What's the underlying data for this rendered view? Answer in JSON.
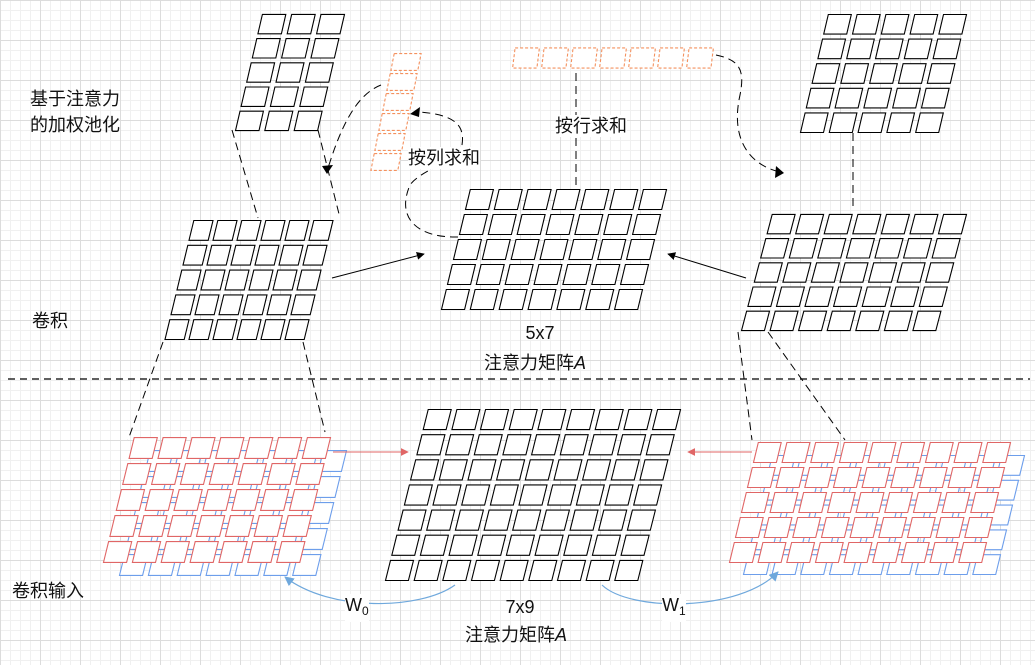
{
  "labels": {
    "attention_pooling_line1": "基于注意力",
    "attention_pooling_line2": "的加权池化",
    "conv": "卷积",
    "conv_input": "卷积输入",
    "col_sum": "按列求和",
    "row_sum": "按行求和",
    "size_top": "5x7",
    "matrix_top": "注意力矩阵",
    "matrix_top_var": "A",
    "size_bottom": "7x9",
    "matrix_bottom": "注意力矩阵",
    "matrix_bottom_var": "A",
    "w0_main": "W",
    "w0_sub": "0",
    "w1_main": "W",
    "w1_sub": "1"
  },
  "colors": {
    "black_grid": "#000000",
    "red_grid": "#e06666",
    "blue_grid": "#6d9eeb",
    "orange_dash": "#f4915e",
    "arrow_blue": "#6fa8dc",
    "arrow_red": "#e06666",
    "dashed_divider": "#000000"
  }
}
